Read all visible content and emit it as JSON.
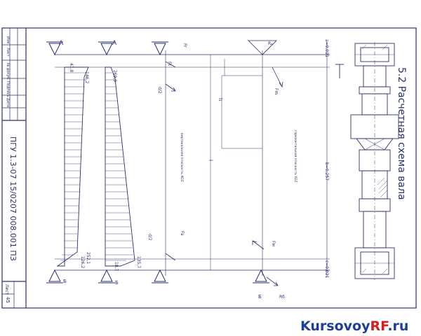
{
  "title_block": {
    "document_code": "ПГУ 1.3-07 15/0207 008.001 ПЗ",
    "sheet_label": "Лист",
    "sheet_number": "45",
    "columns": [
      "Изм",
      "Лист",
      "№ докум.",
      "Подпись",
      "Дата"
    ]
  },
  "drawing": {
    "title": "5.2 Расчетная схема вала",
    "support_left": "А",
    "support_right": "Б",
    "dim_a": "a=0,021",
    "dim_b": "b=0,257",
    "dim_c": "c=0,021",
    "reaction_a": "Rₐ",
    "reaction_b": "Rб",
    "note_vertical": "вертикальная плоскость XOZ",
    "note_horizontal": "горизонтальная плоскость YOZ",
    "length_l1": "l₁",
    "length_l": "l",
    "d_half": "d/2",
    "forces": [
      "Fr",
      "Ft",
      "Fa",
      "Fm",
      "Fм"
    ],
    "diagram_values": {
      "top_left": "41,8",
      "top_2": "146,2",
      "top_3": "269,9",
      "bottom_1": "252,1",
      "bottom_2": "126,2",
      "bottom_3": "135,7",
      "bottom_side": "18,7"
    }
  },
  "watermark": {
    "part1": "Kursovoy",
    "part2": "RF",
    "part3": ".ru"
  }
}
